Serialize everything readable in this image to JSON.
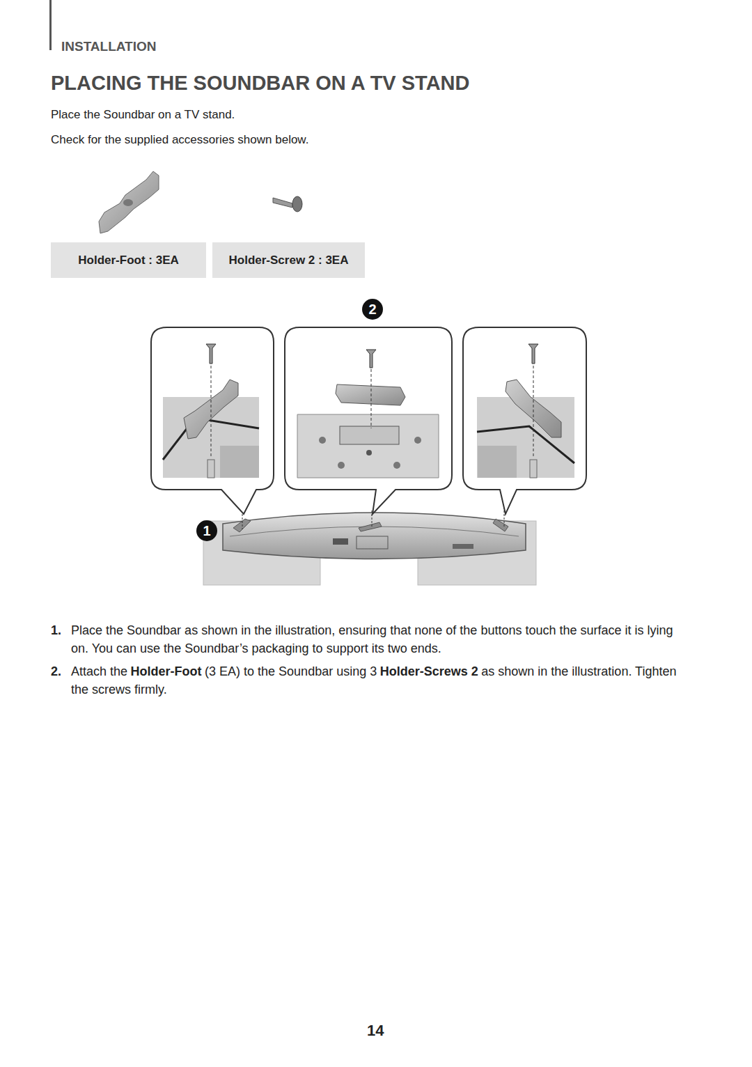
{
  "diagram": {
    "title": "PLACING THE SOUNDBAR ON A TV STAND",
    "nodes": [
      {
        "text": [
          "Holder-Foot : 3EA"
        ]
      },
      {
        "text": [
          "Holder-Screw 2 : 3EA"
        ]
      }
    ],
    "labels": [
      "INSTALLATION",
      "Place the Soundbar on a TV stand.",
      "Check for the supplied accessories shown below.",
      "2",
      "1",
      "1.",
      "Place the Soundbar as shown in the illustration, ensuring that none of the buttons touch the surface it is lying on. You can use the Soundbar’s packaging to support its two ends.",
      "2.",
      "Attach the",
      "Holder-Foot",
      "(3 EA) to the Soundbar using 3",
      "Holder-Screws 2",
      "as shown in the illustration. Tighten the screws firmly.",
      "14"
    ]
  }
}
